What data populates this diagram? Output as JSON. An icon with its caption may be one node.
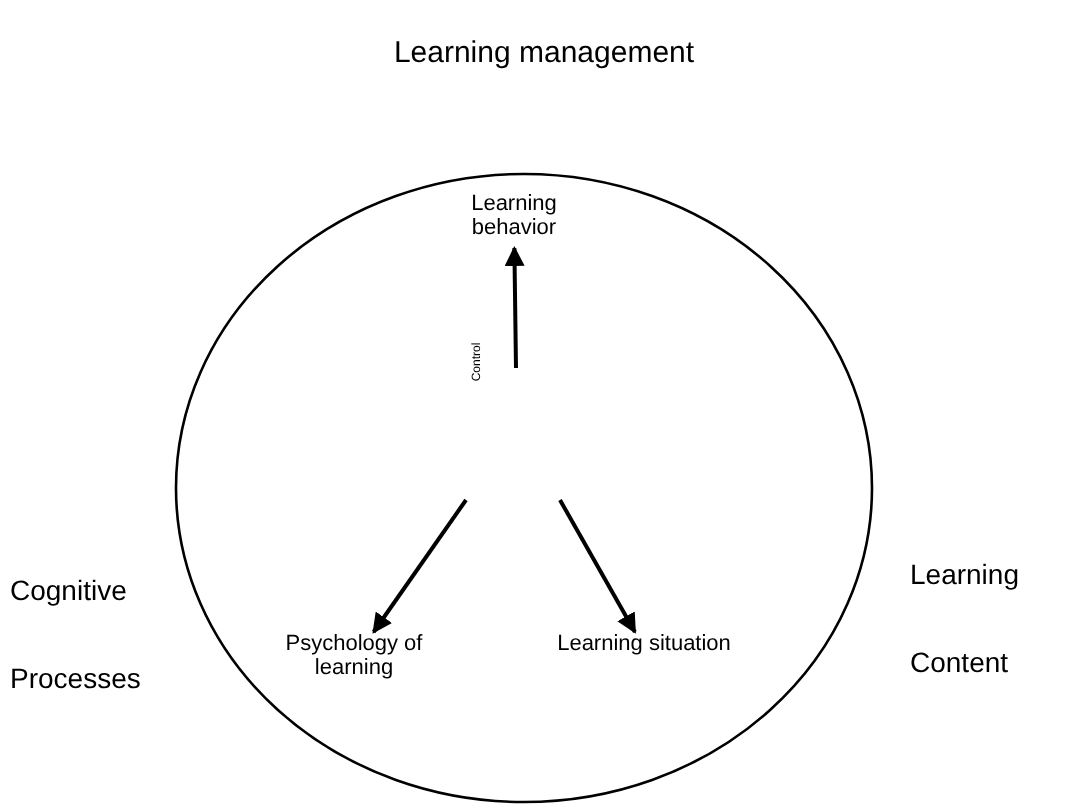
{
  "diagram": {
    "title": "Learning management",
    "nodes": [
      {
        "text": [],
        "shape": "circle"
      },
      {
        "text": [
          "Learning behavior"
        ],
        "in": 0
      },
      {
        "text": [
          "Psychology of learning"
        ],
        "in": 0
      },
      {
        "text": [
          "Learning situation"
        ],
        "in": 0
      }
    ],
    "edges": [
      {
        "from": null,
        "to": 1,
        "arrow": "to",
        "label": "Control"
      },
      {
        "from": null,
        "to": 2,
        "arrow": "to"
      },
      {
        "from": null,
        "to": 3,
        "arrow": "to"
      }
    ],
    "labels": [
      "Cognitive Processes",
      "Learning Content"
    ]
  }
}
